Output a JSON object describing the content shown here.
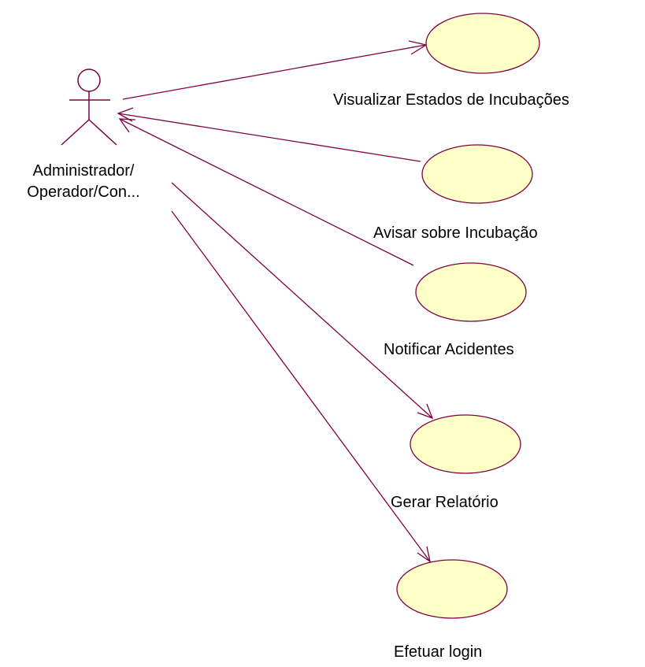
{
  "colors": {
    "line": "#800040",
    "ellipse_fill": "#ffffc8",
    "ellipse_stroke": "#800040",
    "background": "#ffffff",
    "text": "#000000"
  },
  "actor": {
    "icon": "stick-figure-icon",
    "name_line1": "Administrador/",
    "name_line2": "Operador/Con..."
  },
  "use_cases": [
    {
      "label": "Visualizar Estados de Incubações"
    },
    {
      "label": "Avisar sobre Incubação"
    },
    {
      "label": "Notificar Acidentes"
    },
    {
      "label": "Gerar Relatório"
    },
    {
      "label": "Efetuar login"
    }
  ]
}
